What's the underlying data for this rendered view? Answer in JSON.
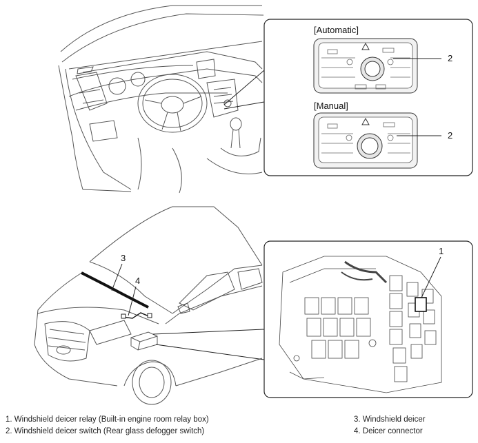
{
  "panels": {
    "automatic_label": "[Automatic]",
    "manual_label": "[Manual]"
  },
  "callouts": {
    "n1": "1",
    "n2a": "2",
    "n2b": "2",
    "n3": "3",
    "n4": "4"
  },
  "legend": {
    "item1": "1. Windshield deicer relay (Built-in engine room relay box)",
    "item2": "2. Windshield deicer switch (Rear glass defogger switch)",
    "item3": "3. Windshield deicer",
    "item4": "4. Deicer connector"
  },
  "colors": {
    "line": "#333333",
    "panel_border": "#222222",
    "shade": "#d9d9d9"
  }
}
